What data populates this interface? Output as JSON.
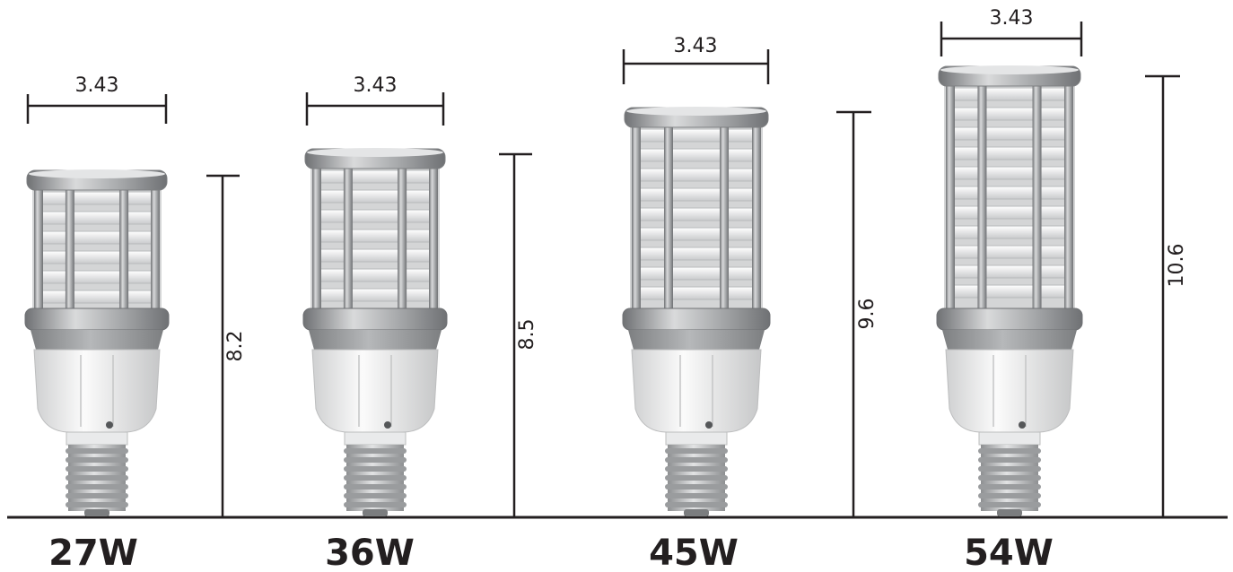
{
  "colors": {
    "ink": "#231f20",
    "aluminum": "#9ea0a2",
    "aluminum_dark": "#6f7174",
    "fin": "#e8e9ea",
    "housing": "#f1f1f1",
    "collar": "#8c8e90",
    "screw": "#b9bbbd"
  },
  "lamps": [
    {
      "wattage": "27W",
      "width": "3.43",
      "height": "8.2"
    },
    {
      "wattage": "36W",
      "width": "3.43",
      "height": "8.5"
    },
    {
      "wattage": "45W",
      "width": "3.43",
      "height": "9.6"
    },
    {
      "wattage": "54W",
      "width": "3.43",
      "height": "10.6"
    }
  ]
}
